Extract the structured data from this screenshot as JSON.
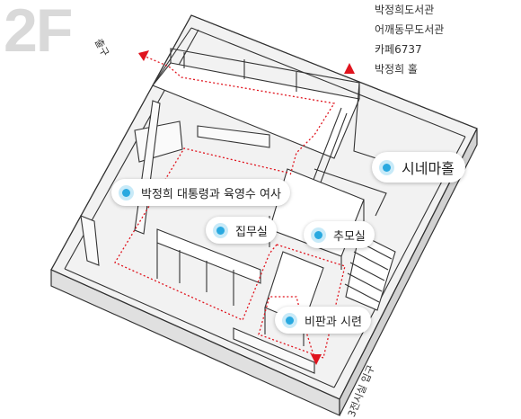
{
  "floor": "2F",
  "legend": [
    "박정희도서관",
    "어깨동무도서관",
    "카페6737",
    "박정희 홀"
  ],
  "rooms": {
    "cinema": "시네마홀",
    "exhibition": "박정희 대통령과 육영수 여사",
    "study": "집무실",
    "memorial": "추모실",
    "criticism": "비판과 시련"
  },
  "exits": {
    "exit": "출구",
    "entrance": "3전시실 입구"
  },
  "colors": {
    "accent": "#29a9e0",
    "route": "#e0141e",
    "arrow": "#e0141e",
    "floor_label": "#d9d9d9"
  }
}
